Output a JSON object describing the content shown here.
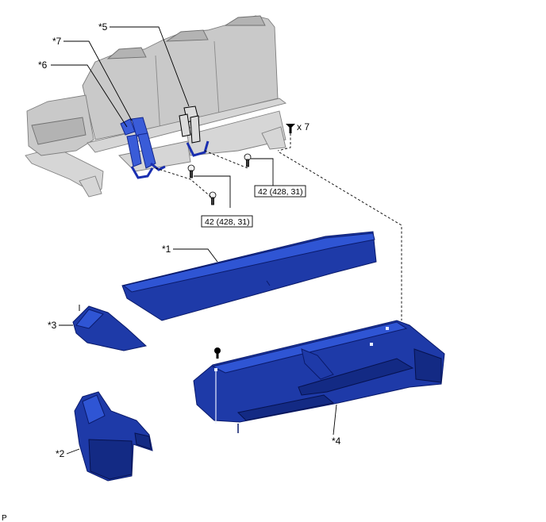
{
  "callouts": {
    "c1": "*1",
    "c2": "*2",
    "c3": "*3",
    "c4": "*4",
    "c5": "*5",
    "c6": "*6",
    "c7": "*7"
  },
  "torque": {
    "upper": "42 (428, 31)",
    "lower": "42 (428, 31)"
  },
  "clip_quantity": "x 7",
  "footer_letter": "P"
}
